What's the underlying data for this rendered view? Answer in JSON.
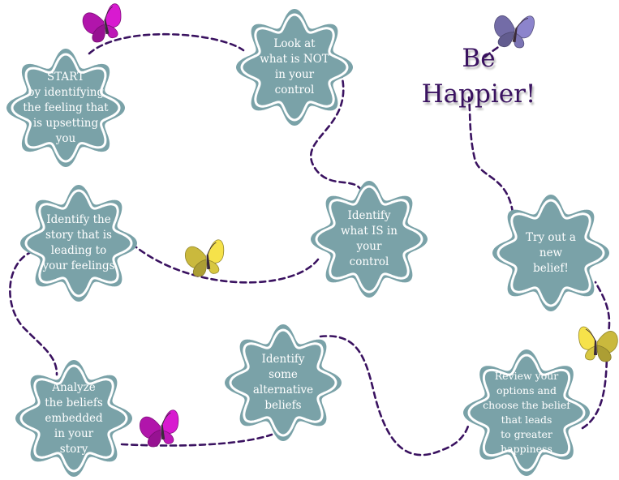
{
  "title": "Be\nHappier!",
  "colors": {
    "flower_fill": "#7aa2a8",
    "flower_border": "#ffffff",
    "path_line": "#3a1260",
    "text": "#ffffff",
    "title": "#3a1260",
    "butterfly_magenta": "#d81ad0",
    "butterfly_yellow": "#f6e24a",
    "butterfly_lavender": "#8c84cc"
  },
  "steps": [
    {
      "id": "start",
      "text": "START\nby identifying\nthe feeling that\nis upsetting\nyou"
    },
    {
      "id": "not-in-control",
      "text": "Look at\nwhat is NOT\nin your\ncontrol"
    },
    {
      "id": "is-in-control",
      "text": "Identify\nwhat IS in\nyour\ncontrol"
    },
    {
      "id": "story",
      "text": "Identify the\nstory that is\nleading to\nyour feelings"
    },
    {
      "id": "analyze",
      "text": "Analyze\nthe beliefs\nembedded\nin your\nstory"
    },
    {
      "id": "alternatives",
      "text": "Identify\nsome\nalternative\nbeliefs"
    },
    {
      "id": "review",
      "text": "Review your\noptions and\nchoose the belief\nthat leads\nto greater\nhappiness"
    },
    {
      "id": "try",
      "text": "Try out a\nnew\nbelief!"
    }
  ],
  "butterflies": [
    {
      "id": "top-left",
      "color": "butterfly_magenta",
      "icon": "butterfly-icon"
    },
    {
      "id": "top-right",
      "color": "butterfly_lavender",
      "icon": "butterfly-icon"
    },
    {
      "id": "middle",
      "color": "butterfly_yellow",
      "icon": "butterfly-icon"
    },
    {
      "id": "bottom-left",
      "color": "butterfly_magenta",
      "icon": "butterfly-icon"
    },
    {
      "id": "right",
      "color": "butterfly_yellow",
      "icon": "butterfly-icon"
    }
  ]
}
